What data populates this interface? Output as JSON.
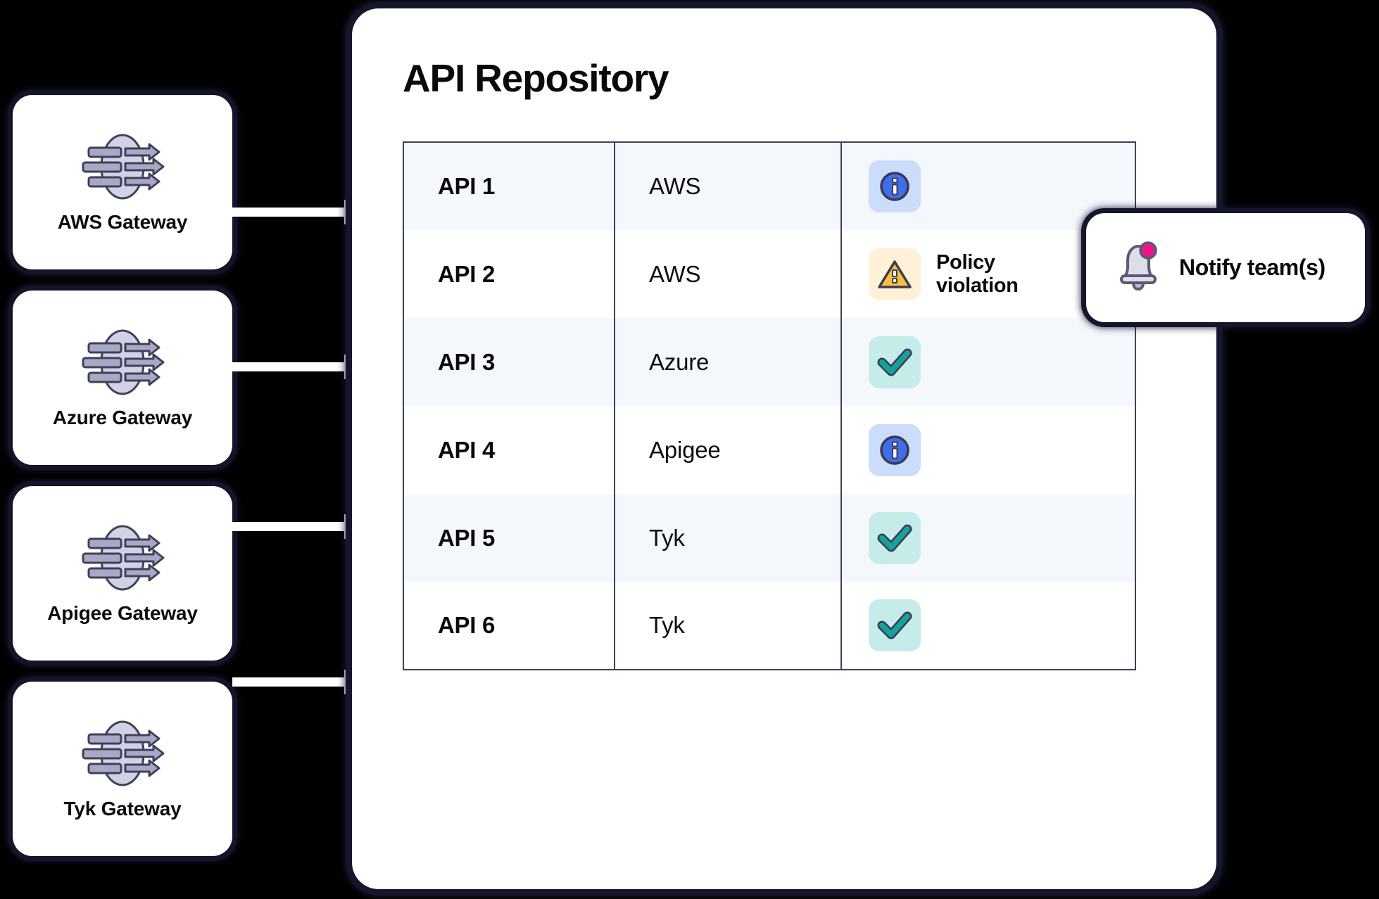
{
  "gateways": {
    "items": [
      {
        "label": "AWS Gateway",
        "icon": "api-gateway-icon"
      },
      {
        "label": "Azure Gateway",
        "icon": "api-gateway-icon"
      },
      {
        "label": "Apigee Gateway",
        "icon": "api-gateway-icon"
      },
      {
        "label": "Tyk Gateway",
        "icon": "api-gateway-icon"
      }
    ]
  },
  "repository": {
    "title": "API Repository",
    "rows": [
      {
        "name": "API 1",
        "provider": "AWS",
        "status_icon": "info-icon",
        "status_text": ""
      },
      {
        "name": "API 2",
        "provider": "AWS",
        "status_icon": "warning-icon",
        "status_text": "Policy violation"
      },
      {
        "name": "API 3",
        "provider": "Azure",
        "status_icon": "check-icon",
        "status_text": ""
      },
      {
        "name": "API 4",
        "provider": "Apigee",
        "status_icon": "info-icon",
        "status_text": ""
      },
      {
        "name": "API 5",
        "provider": "Tyk",
        "status_icon": "check-icon",
        "status_text": ""
      },
      {
        "name": "API 6",
        "provider": "Tyk",
        "status_icon": "check-icon",
        "status_text": ""
      }
    ]
  },
  "notify": {
    "label": "Notify team(s)",
    "icon": "bell-icon",
    "badge_color": "#ec1588"
  },
  "colors": {
    "background": "#000000",
    "card": "#ffffff",
    "outline": "#15152b",
    "table_border": "#3f4158",
    "row_shade": "#f4f8fd",
    "info_badge_bg": "#ccdcfb",
    "info_blue": "#3f6fe8",
    "warn_badge_bg": "#fdf1d8",
    "warn_amber": "#fbbf3c",
    "ok_badge_bg": "#c6ecea",
    "ok_teal": "#14a29a",
    "gateway_lavender": "#d2d2e6",
    "bell_grey": "#dedee8",
    "pink": "#ec1588"
  }
}
